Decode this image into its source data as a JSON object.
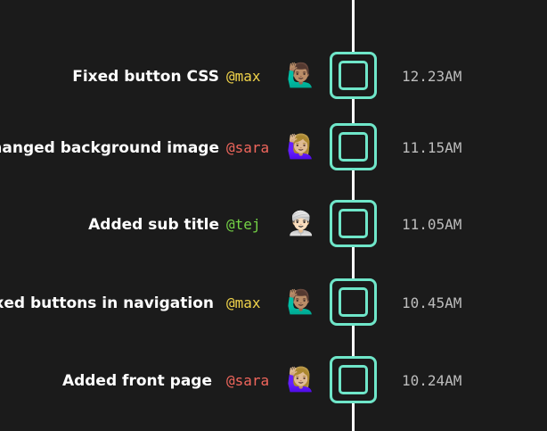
{
  "timeline": {
    "items": [
      {
        "message": "Fixed button CSS",
        "user": "@max",
        "user_color": "#f0d34a",
        "avatar": "🙋🏽‍♂️",
        "time": "12.23AM"
      },
      {
        "message": "Changed background image",
        "user": "@sara",
        "user_color": "#f0665c",
        "avatar": "🙋🏼‍♀️",
        "time": "11.15AM"
      },
      {
        "message": "Added sub title",
        "user": "@tej",
        "user_color": "#74d246",
        "avatar": "👳🏻‍♂️",
        "time": "11.05AM"
      },
      {
        "message": "Fixed buttons in navigation",
        "user": "@max",
        "user_color": "#f0d34a",
        "avatar": "🙋🏽‍♂️",
        "time": "10.45AM"
      },
      {
        "message": "Added front page",
        "user": "@sara",
        "user_color": "#f0665c",
        "avatar": "🙋🏼‍♀️",
        "time": "10.24AM"
      }
    ]
  },
  "colors": {
    "background": "#1b1b1b",
    "accent": "#6fe6c9",
    "line": "#ffffff",
    "time_text": "#bdbdbd"
  }
}
